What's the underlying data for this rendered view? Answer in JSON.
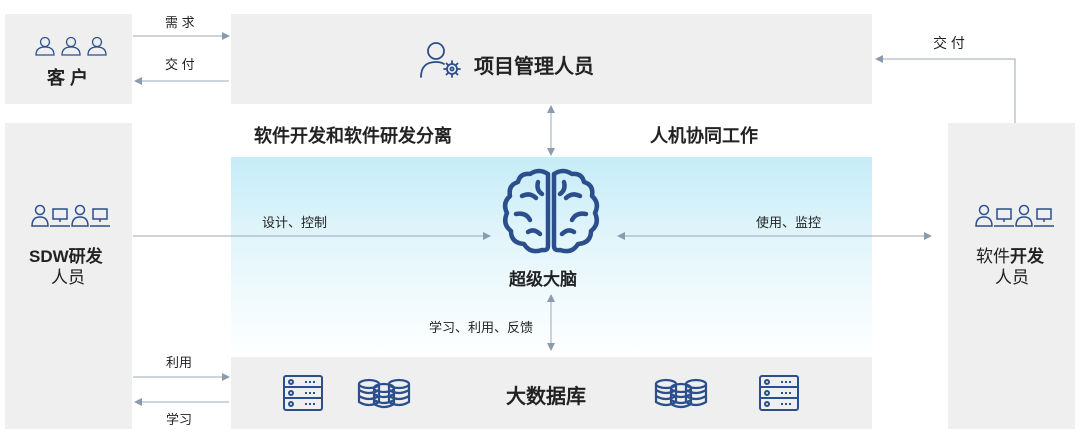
{
  "customer": {
    "label": "客 户"
  },
  "pm": {
    "label": "项目管理人员"
  },
  "sdw": {
    "line1": "SDW研发",
    "line2": "人员"
  },
  "dev": {
    "line1_a": "软件",
    "line1_b": "开发",
    "line2": "人员"
  },
  "brain": {
    "label": "超级大脑"
  },
  "database": {
    "label": "大数据库"
  },
  "headings": {
    "left": "软件开发和软件研发分离",
    "right": "人机协同工作"
  },
  "edges": {
    "demand": "需 求",
    "deliver_customer": "交 付",
    "deliver_pm": "交 付",
    "design_control": "设计、控制",
    "use_monitor": "使用、监控",
    "learn_use_feedback": "学习、利用、反馈",
    "use": "利用",
    "learn": "学习"
  },
  "colors": {
    "box": "#efefef",
    "arrow": "#8a9bb0",
    "icon": "#2b4f8c",
    "text": "#222222"
  }
}
